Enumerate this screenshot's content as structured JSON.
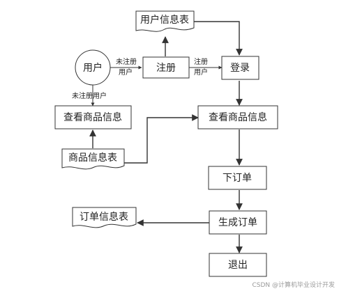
{
  "nodes": {
    "user": "用户",
    "user_info_table": "用户信息表",
    "register": "注册",
    "login": "登录",
    "view_product_left": "查看商品信息",
    "product_info_table": "商品信息表",
    "view_product_right": "查看商品信息",
    "place_order": "下订单",
    "order_info_table": "订单信息表",
    "generate_order": "生成订单",
    "logout": "退出"
  },
  "edges": {
    "unregistered_user_line1": "未注册",
    "unregistered_user_line2": "用户",
    "registered_user_line1": "注册",
    "registered_user_line2": "用户",
    "unregistered_user_down": "未注册用户"
  },
  "watermark": "CSDN @计算机毕业设计开发"
}
